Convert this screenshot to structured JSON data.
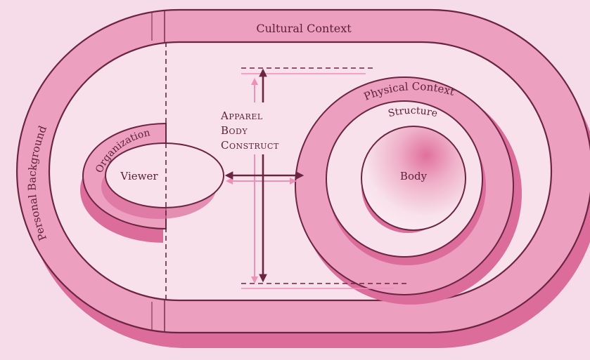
{
  "labels": {
    "cultural_context": "Cultural Context",
    "personal_background": "Personal Background",
    "organization": "Organization",
    "viewer": "Viewer",
    "apparel_body_construct": [
      "Apparel",
      "Body",
      "Construct"
    ],
    "physical_context": "Physical Context",
    "structure": "Structure",
    "body": "Body"
  },
  "colors": {
    "background": "#f6dce8",
    "ring_fill": "#ec9fbf",
    "shadow": "#dc6c9a",
    "inner_fill": "#f8e1ea",
    "stroke": "#6b2540",
    "light_arrow": "#f08fb8"
  }
}
